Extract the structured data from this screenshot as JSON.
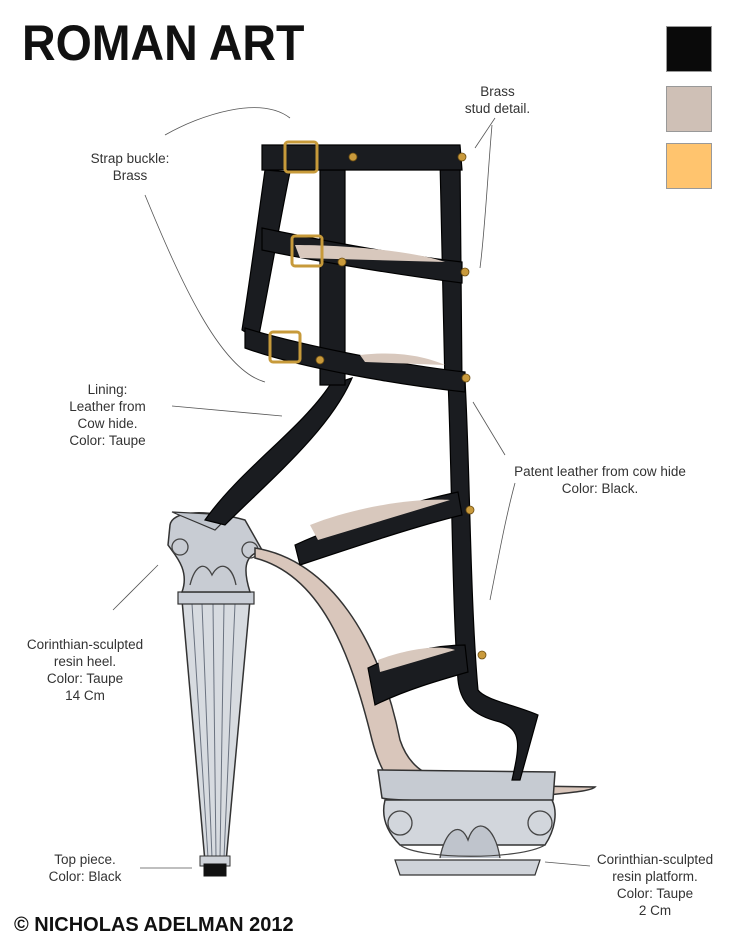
{
  "title": "ROMAN ART",
  "swatches": [
    {
      "name": "black",
      "color": "#0a0a0a"
    },
    {
      "name": "taupe",
      "color": "#cfc0b6"
    },
    {
      "name": "gold",
      "color": "#ffc46e"
    }
  ],
  "annotations": {
    "brass_stud": "Brass\nstud detail.",
    "strap_buckle": "Strap buckle:\nBrass",
    "lining": "Lining:\nLeather from\nCow hide.\nColor: Taupe",
    "patent_leather": "Patent leather from cow hide\nColor: Black.",
    "heel": "Corinthian-sculpted\nresin heel.\nColor: Taupe\n14 Cm",
    "top_piece": "Top piece.\nColor: Black",
    "platform": "Corinthian-sculpted\nresin platform.\nColor: Taupe\n2 Cm"
  },
  "footer": "© NICHOLAS ADELMAN 2012"
}
